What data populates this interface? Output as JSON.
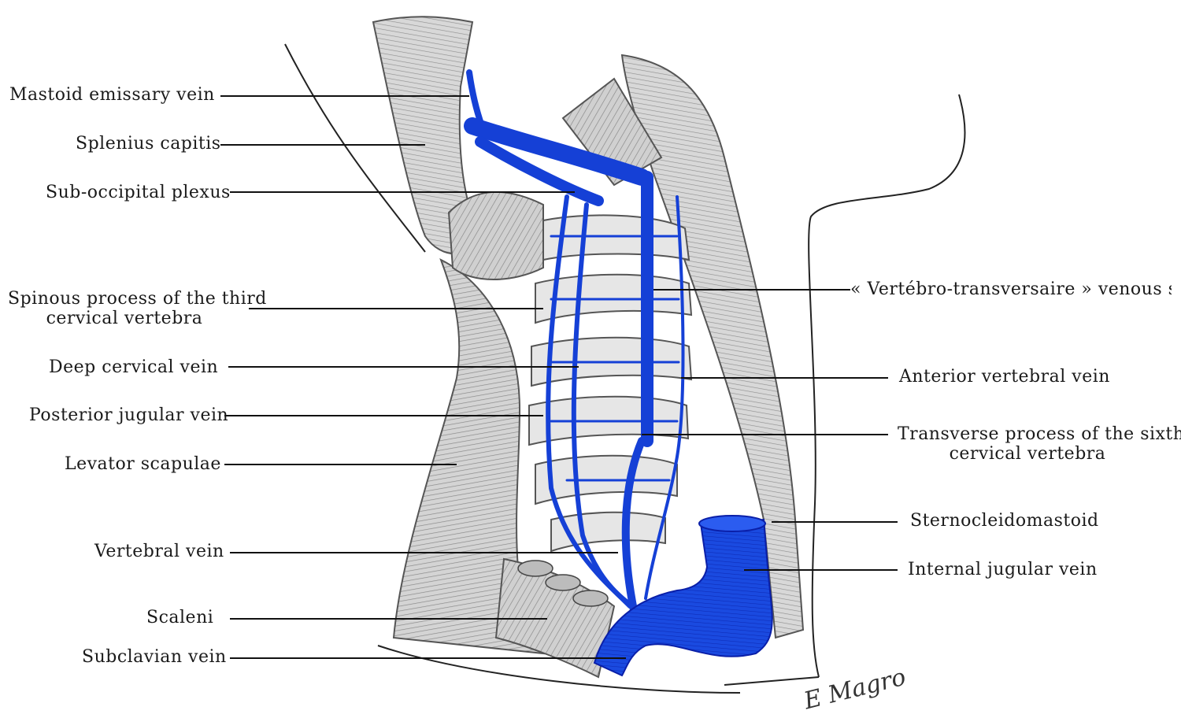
{
  "labels_left": {
    "mastoid_emissary": "Mastoid emissary vein",
    "splenius_capitis": "Splenius capitis",
    "suboccipital_plexus": "Sub-occipital plexus",
    "spinous_process_l1": "Spinous process of the third",
    "spinous_process_l2": "cervical vertebra",
    "deep_cervical": "Deep cervical vein",
    "posterior_jugular": "Posterior jugular vein",
    "levator_scapulae": "Levator scapulae",
    "vertebral_vein": "Vertebral vein",
    "scaleni": "Scaleni",
    "subclavian": "Subclavian vein"
  },
  "labels_right": {
    "vertebro_transversaire": "« Vertébro-transversaire » venous sinu:",
    "anterior_vertebral": "Anterior vertebral vein",
    "transverse_process_l1": "Transverse process of the sixth",
    "transverse_process_l2": "cervical vertebra",
    "sternocleidomastoid": "Sternocleidomastoid",
    "internal_jugular": "Internal jugular vein"
  },
  "signature": "E Magro",
  "colors": {
    "vein": "#1540d6",
    "vein_dark": "#0a1fa8",
    "muscle": "#c9c9c9",
    "muscle_stroke": "#555555",
    "leader": "#111111"
  }
}
